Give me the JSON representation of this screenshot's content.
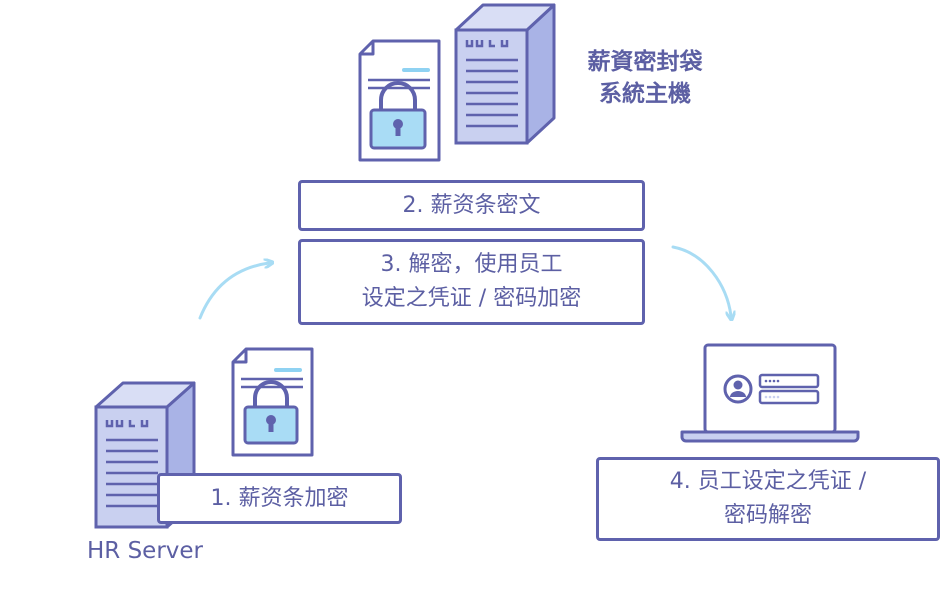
{
  "top_server": {
    "label_line1": "薪資密封袋",
    "label_line2": "系統主機"
  },
  "hr_server": {
    "label": "HR Server"
  },
  "steps": {
    "step1": "1. 薪资条加密",
    "step2": "2. 薪资条密文",
    "step3_line1": "3. 解密，使用员工",
    "step3_line2": "设定之凭证 / 密码加密",
    "step4_line1": "4. 员工设定之凭证 /",
    "step4_line2": "密码解密"
  },
  "colors": {
    "outline": "#5f62ad",
    "fill_light": "#c9d0f0",
    "lock_fill": "#a9dcf5",
    "arrow": "#a8dcf4",
    "text": "#5c5fa3"
  }
}
